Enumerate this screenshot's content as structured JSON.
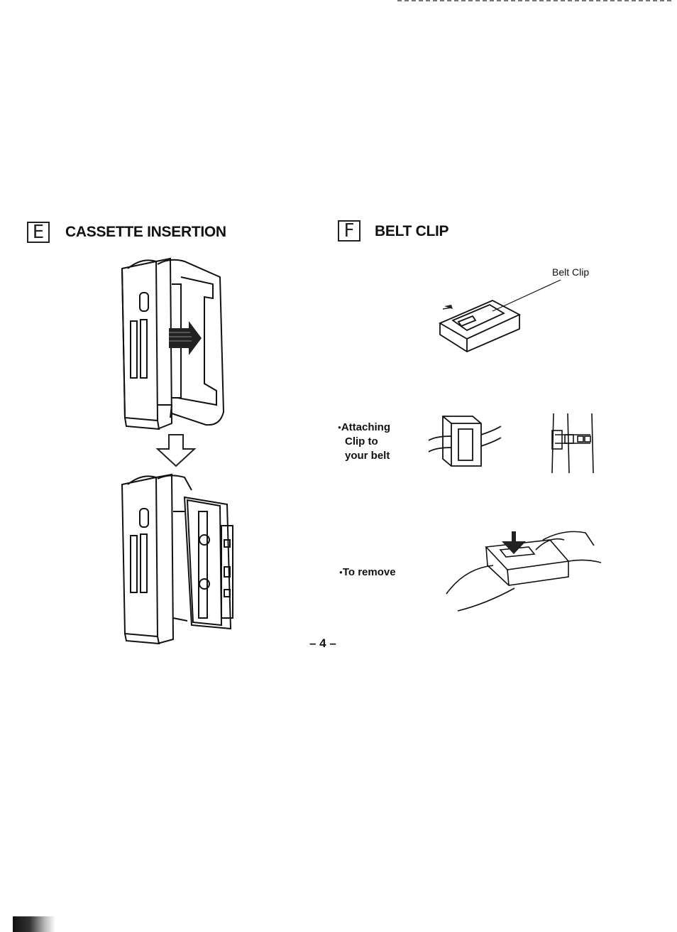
{
  "sections": {
    "e": {
      "letter": "E",
      "title": "CASSETTE INSERTION"
    },
    "f": {
      "letter": "F",
      "title": "BELT CLIP"
    }
  },
  "labels": {
    "belt_clip": "Belt Clip",
    "attaching_bullet": "●",
    "attaching_line1": "Attaching",
    "attaching_line2": "Clip to",
    "attaching_line3": "your belt",
    "remove_bullet": "●",
    "remove_text": "To remove"
  },
  "page_number": "– 4 –"
}
